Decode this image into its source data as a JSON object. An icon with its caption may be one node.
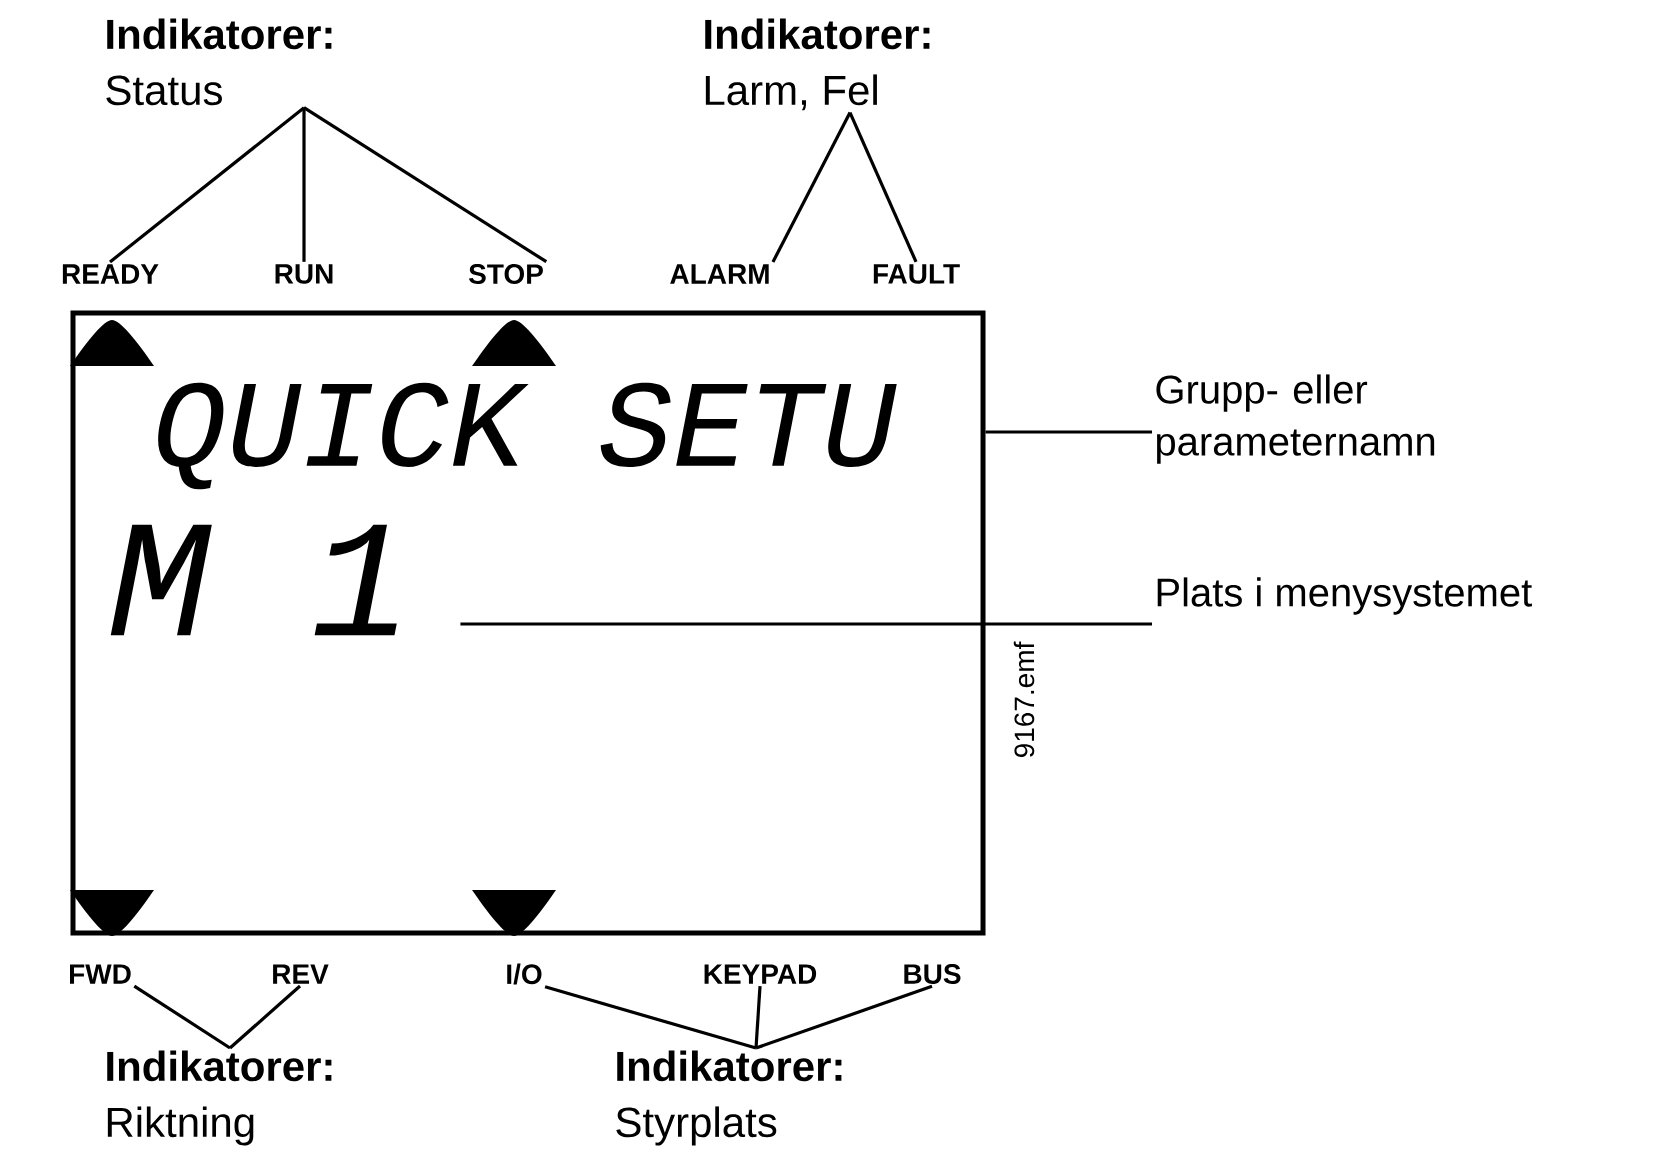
{
  "diagram": {
    "nodes": [
      {
        "text": [
          "Indikatorer:",
          "Status"
        ]
      },
      {
        "text": [
          "Indikatorer:",
          "Larm, Fel"
        ]
      },
      {
        "text": [
          "READY"
        ]
      },
      {
        "text": [
          "RUN"
        ]
      },
      {
        "text": [
          "STOP"
        ]
      },
      {
        "text": [
          "ALARM"
        ]
      },
      {
        "text": [
          "FAULT"
        ]
      },
      {
        "text": [],
        "shape": "box"
      },
      {
        "text": [
          "QUICK SETU"
        ],
        "in": 7
      },
      {
        "text": [
          "M 1"
        ],
        "in": 7
      },
      {
        "text": [
          "Grupp- eller parameternamn"
        ]
      },
      {
        "text": [
          "Plats i menysystemet"
        ]
      },
      {
        "text": [
          "FWD"
        ]
      },
      {
        "text": [
          "REV"
        ]
      },
      {
        "text": [
          "I/O"
        ]
      },
      {
        "text": [
          "KEYPAD"
        ]
      },
      {
        "text": [
          "BUS"
        ]
      },
      {
        "text": [
          "Indikatorer:",
          "Riktning"
        ]
      },
      {
        "text": [
          "Indikatorer:",
          "Styrplats"
        ]
      }
    ],
    "edges": [
      {
        "from": 0,
        "to": 2,
        "arrow": "none"
      },
      {
        "from": 0,
        "to": 3,
        "arrow": "none"
      },
      {
        "from": 0,
        "to": 4,
        "arrow": "none"
      },
      {
        "from": 1,
        "to": 5,
        "arrow": "none"
      },
      {
        "from": 1,
        "to": 6,
        "arrow": "none"
      },
      {
        "from": 10,
        "to": 7,
        "arrow": "none"
      },
      {
        "from": 11,
        "to": 9,
        "arrow": "none"
      },
      {
        "from": 17,
        "to": 12,
        "arrow": "none"
      },
      {
        "from": 17,
        "to": 13,
        "arrow": "none"
      },
      {
        "from": 18,
        "to": 14,
        "arrow": "none"
      },
      {
        "from": 18,
        "to": 15,
        "arrow": "none"
      },
      {
        "from": 18,
        "to": 16,
        "arrow": "none"
      }
    ],
    "labels": [
      "9167.emf"
    ]
  }
}
